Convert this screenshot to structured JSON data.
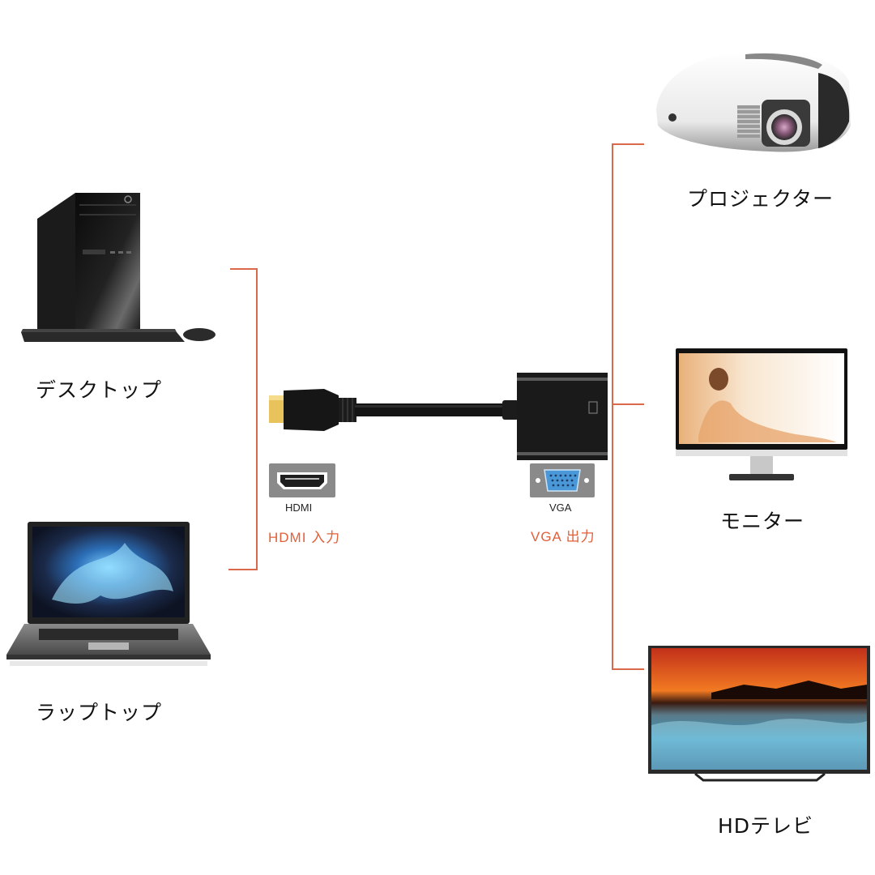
{
  "colors": {
    "accent": "#d9694a",
    "port_title": "#e0603a",
    "text": "#111111",
    "adapter_body": "#1a1a1a",
    "hdmi_gold": "#e8c25a",
    "vga_blue": "#4a98d8",
    "port_bg": "#8a8a8a"
  },
  "sources": [
    {
      "id": "desktop",
      "label": "デスクトップ",
      "icon": "desktop-pc-icon"
    },
    {
      "id": "laptop",
      "label": "ラップトップ",
      "icon": "laptop-icon"
    }
  ],
  "adapter": {
    "input": {
      "port_caption": "HDMI",
      "title": "HDMI 入力",
      "icon": "hdmi-port-icon"
    },
    "output": {
      "port_caption": "VGA",
      "title": "VGA 出力",
      "icon": "vga-port-icon"
    }
  },
  "destinations": [
    {
      "id": "projector",
      "label": "プロジェクター",
      "icon": "projector-icon"
    },
    {
      "id": "monitor",
      "label": "モニター",
      "icon": "monitor-icon"
    },
    {
      "id": "hdtv",
      "label": "HDテレビ",
      "icon": "hd-tv-icon"
    }
  ]
}
